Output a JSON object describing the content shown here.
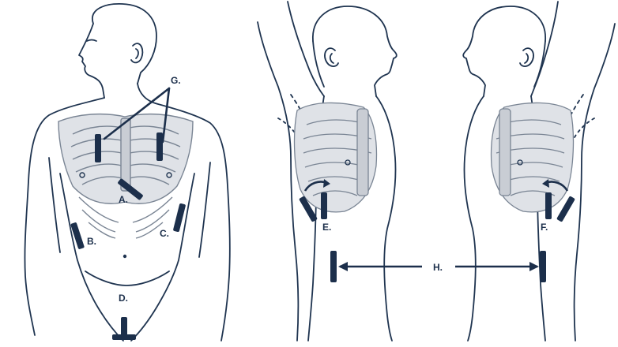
{
  "colors": {
    "outline": "#1f3450",
    "rib_fill": "#c8ccd2",
    "rib_stroke": "#7a8594",
    "marker": "#1c2f4b",
    "background": "#ffffff"
  },
  "labels": {
    "g": "G.",
    "a": "A.",
    "b": "B.",
    "c": "C.",
    "d": "D.",
    "e": "E.",
    "f": "F.",
    "h": "H."
  },
  "figures": [
    "front-view",
    "right-side-view",
    "left-side-view"
  ]
}
